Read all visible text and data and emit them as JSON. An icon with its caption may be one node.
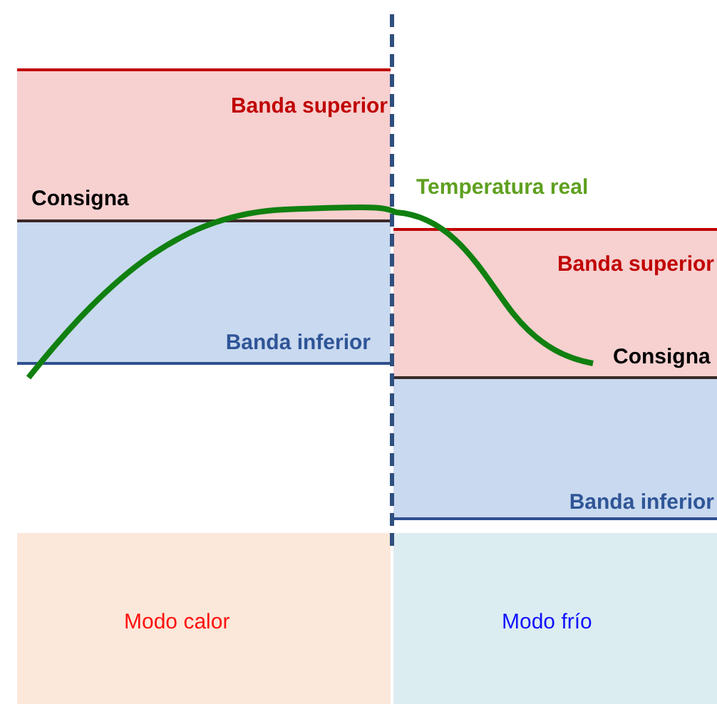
{
  "diagram": {
    "nodes": [
      {
        "text": [
          "Banda superior"
        ]
      },
      {
        "text": [
          "Banda inferior"
        ]
      },
      {
        "text": [
          "Banda superior"
        ]
      },
      {
        "text": [
          "Banda inferior"
        ]
      },
      {
        "text": [
          "Modo calor"
        ]
      },
      {
        "text": [
          "Modo frío"
        ]
      }
    ],
    "labels": [
      "Consigna",
      "Temperatura real",
      "Consigna"
    ]
  }
}
